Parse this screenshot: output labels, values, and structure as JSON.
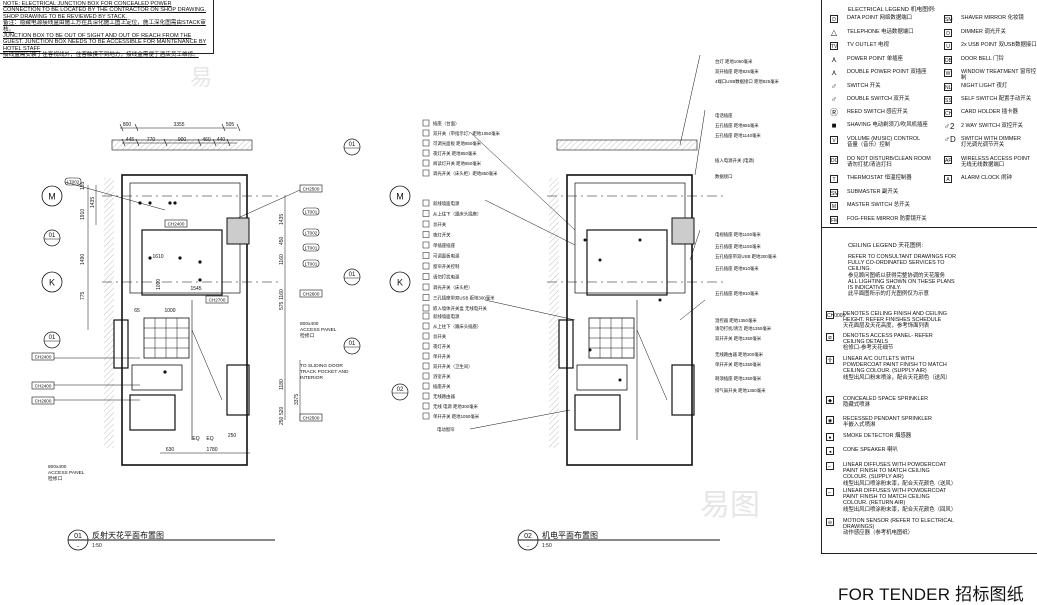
{
  "note": {
    "en1": "NOTE: ELECTRICAL JUNCTION BOX FOR CONCEALED POWER CONNECTION TO BE LOCATED BY THE CONTRACTOR ON SHOP DRAWING. SHOP DRAWING TO BE REVIEWED BY STACK.",
    "cn1": "备注：隐藏电源接线盒由施工方在其深化施工图上定位，施工深化图需由STACK审核。",
    "en2": "JUNCTION BOX TO BE OUT OF SIGHT AND OUT OF REACH FROM THE GUEST.  JUNCTION BOX NEEDS TO BE ACCESSIBLE FOR MAINTENANCE BY HOTEL STAFF",
    "cn2": "接线盒需安装于住客视线外，住客触摸不到地方，接线盒需便于酒店员工维修。"
  },
  "electrical_legend": {
    "title": "ELECTRICAL LEGEND 机电图例:",
    "left": [
      {
        "icon": "D",
        "label": "DATA POINT 网络数据端口"
      },
      {
        "icon": "△",
        "label": "TELEPHONE 电话数据端口",
        "sym": true
      },
      {
        "icon": "TV",
        "label": "TV OUTLET 电视"
      },
      {
        "icon": "⋏",
        "label": "POWER POINT 单插座",
        "sym": true
      },
      {
        "icon": "⋏",
        "label": "DOUBLE POWER POINT 双插座",
        "sym": true
      },
      {
        "icon": "♂",
        "label": "SWITCH 开关",
        "sym": true
      },
      {
        "icon": "♂",
        "label": "DOUBLE SWITCH 双开关",
        "sym": true
      },
      {
        "icon": "Ⓡ",
        "label": "REED SWITCH 感应开关",
        "sym": true
      },
      {
        "icon": "■",
        "label": "SHAVING 电动剃须刀/吹风机插座",
        "sym": true
      },
      {
        "icon": "V",
        "label": "VOLUME (MUSIC) CONTROL\n音量（音乐）控制"
      },
      {
        "icon": "DC",
        "label": "DO NOT DISTURB/CLEAN ROOM\n请勿打扰/清洁打扫"
      },
      {
        "icon": "T",
        "label": "THERMOSTAT 恒温控制器"
      },
      {
        "icon": "SM",
        "label": "SUBMASTER 副开关"
      },
      {
        "icon": "M",
        "label": "MASTER SWITCH 总开关"
      },
      {
        "icon": "FM",
        "label": "FOG-FREE MIRROR 防雾镜开关"
      }
    ],
    "right": [
      {
        "icon": "SM",
        "label": "SHAVER MIRROR 化妆镜"
      },
      {
        "icon": "D",
        "label": "DIMMER 调光开关"
      },
      {
        "icon": "U",
        "label": "2x USB POINT 双USB数据接口"
      },
      {
        "icon": "DB",
        "label": "DOOR BELL 门铃"
      },
      {
        "icon": "W",
        "label": "WINDOW TREATMENT 窗帘控制"
      },
      {
        "icon": "NL",
        "label": "NIGHT LIGHT 夜灯"
      },
      {
        "icon": "SS",
        "label": "SELF SWITCH 配置手动开关"
      },
      {
        "icon": "CH",
        "label": "CARD HOLDER 插卡器"
      },
      {
        "icon": "♂2",
        "label": "2 WAY SWITCH 双控开关",
        "sym": true
      },
      {
        "icon": "♂D",
        "label": "SWITCH WITH DIMMER\n灯光调光调节开关",
        "sym": true
      },
      {
        "icon": "AP",
        "label": "WIRELESS ACCESS POINT\n无线无线数据端口"
      },
      {
        "icon": "A",
        "label": "ALARM CLOCK 闹钟"
      }
    ]
  },
  "ceiling_legend": {
    "title": "CEILING LEGEND 天花图例:",
    "intro": "REFER TO CONSULTANT DRAWINGS FOR\nFULLY CO-ORDINATED SERVICES TO\nCEILING.\n参见顾问图纸以获得完整协调的天花服务\nALL LIGHTING SHOWN ON THESE PLANS\nIS INDICATIVE ONLY.\n此平面图所示的灯光图例仅为示意",
    "items": [
      {
        "icon": "CH0000",
        "label": "DENOTES CEILING FINISH AND CEILING\nHEIGHT. REFER FINISHES SCHEDULE\n天花面层及天花高度，参考饰面列表"
      },
      {
        "icon": "⧄",
        "label": "DENOTES ACCESS PANEL- REFER\nCEILING DETAILS\n检修口-参考天花细节"
      },
      {
        "icon": "卝",
        "label": "LINEAR A/C OUTLETS WITH\nPOWDERCOAT PAINT FINISH TO  MATCH\nCEILING COLOUR. (SUPPLY AIR)\n线型出风口粉末喷涂，配合天花颜色（送风）"
      },
      {
        "icon": "◆",
        "label": "CONCEALED SPACE SPRINKLER\n隐藏式喷淋"
      },
      {
        "icon": "◉",
        "label": "RECESSED PENDANT SPRINKLER\n半嵌入式喷淋"
      },
      {
        "icon": "●",
        "label": "SMOKE DETECTOR 烟感器"
      },
      {
        "icon": "◂",
        "label": "CONE SPEAKER 喇叭"
      },
      {
        "icon": "⌐",
        "label": "LINEAR DIFFUSES WITH POWDERCOAT\nPAINT FINISH TO MATCH CEILING\nCOLOUR. (SUPPLY AIR)\n线型出风口喷涂粉末漆，配合天花颜色（送风）"
      },
      {
        "icon": "⌐",
        "label": "LINEAR DIFFUSES WITH POWDERCOAT\nPAINT  FINISH TO MATCH CEILING\nCOLOUR. (RETURN AIR)\n线型出风口喷涂粉末漆，配合天花颜色（回风）"
      },
      {
        "icon": "⊖",
        "label": "MOTION SENSOR (REFER TO ELECTRICAL\nDRAWINGS)\n动作感应器（参考机电图纸）"
      }
    ]
  },
  "plan1": {
    "number": "01",
    "sub": "-",
    "title": "反射天花平面布置图",
    "scale": "1:50",
    "dims_top": [
      "800",
      "3355",
      "505"
    ],
    "dims_top2": [
      "445",
      "770",
      "900",
      "460",
      "440"
    ],
    "dims_left": [
      "185",
      "1910",
      "1435",
      "1490",
      "775"
    ],
    "dims_right": [
      "1435",
      "450",
      "1160",
      "1160",
      "575",
      "1380",
      "1180",
      "3375",
      "520",
      "250"
    ],
    "dims_inner": [
      "1610",
      "1545",
      "1090",
      "EQ",
      "EQ",
      "250",
      "630",
      "1780",
      "65",
      "1000"
    ],
    "grid": [
      "M",
      "K"
    ],
    "ceiling_tags": [
      "CH2500",
      "CH2400",
      "CH2700",
      "CH2600",
      "CH2400",
      "CH2400",
      "CH2600",
      "CH2500"
    ],
    "light_tags": [
      "LT002",
      "LT001",
      "LT002",
      "LT001",
      "LT001"
    ],
    "section_tags": [
      "01",
      "01",
      "01",
      "01",
      "01"
    ],
    "access_panel": "800x400\nACCESS PANEL\n检修口",
    "access_panel_right": "800x400\nACCESS PANEL\n检修口",
    "sliding_note": "TO SLIDING DOOR\nTRACK POCKET AND\nINTERIOR"
  },
  "plan2": {
    "number": "02",
    "sub": "-",
    "title": "机电平面布置图",
    "scale": "1:50",
    "grid": [
      "M",
      "K"
    ],
    "section_tag": "02",
    "labels_left_top": [
      "插座（台面）",
      "双开关（带指示灯）距地1050毫米",
      "可调光面板 距地850毫米",
      "夜灯开关 距地850毫米",
      "阅读灯开关 距地850毫米",
      "调光开关（床头柜）距地850毫米"
    ],
    "labels_left_mid": [
      "就线墙面电源",
      "从上往下（跟床头插座）",
      "总开关",
      "夜灯开关",
      "单插座插座",
      "可调面板电源",
      "窗帘开关控制",
      "请勿打扰电源",
      "调光开关（床头柜）",
      "三孔插座带双USB 距地300毫米",
      "嵌入墙体开关盒 无线电开关"
    ],
    "labels_left_bot": [
      "就线墙面电源",
      "从上往下（跟床头插座）",
      "总开关",
      "夜灯开关",
      "单开开关",
      "双开开关（卫生间）",
      "浴室开关",
      "插座开关",
      "无线路由器",
      "无线 电源 距地300毫米",
      "单开开关 距地1050毫米"
    ],
    "labels_right": [
      "台灯 距地1050毫米",
      "双开插座 距地825毫米",
      "4端口USB数据接口 距地825毫米",
      "电话插座",
      "五孔插座 距地855毫米",
      "五孔插座 距地1140毫米",
      "插入电源开关 (电源)",
      "数据接口",
      "电视插座 距地1150毫米",
      "五孔插座 距地1150毫米",
      "五孔插座带双USB 距地300毫米",
      "五孔插座 距地910毫米",
      "五孔插座 距地910毫米",
      "温控器 距地1350毫米",
      "请勿打扰/清洁 距地1350毫米",
      "双开开关 距地1350毫米",
      "无线路由器 距地300毫米",
      "单开开关 距地1350毫米",
      "剃须插座 距地1350毫米",
      "排气扇开关 距地1350毫米"
    ],
    "label_bottom": "电动窗帘"
  },
  "stamp": "FOR TENDER 招标图纸"
}
